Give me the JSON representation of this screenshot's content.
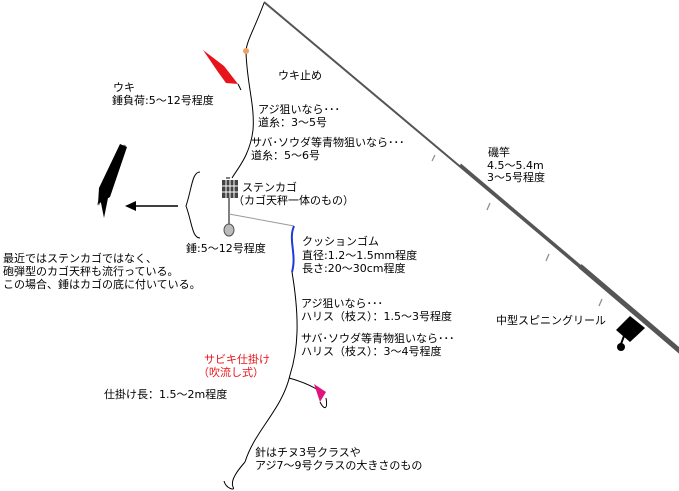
{
  "labels": {
    "uki_stop": "ウキ止め",
    "uki": "ウキ",
    "uki_load": "錘負荷:5～12号程度",
    "aji_line_title": "アジ狙いなら･･･",
    "aji_line": "道糸：3～5号",
    "saba_line_title": "サバ･ソウダ等青物狙いなら･･･",
    "saba_line": "道糸：5～6号",
    "rod_name": "磯竿",
    "rod_length": "4.5～5.4m",
    "rod_size": "3～5号程度",
    "kago_name": "ステンカゴ",
    "kago_note": "（カゴ天秤一体のもの）",
    "weight": "錘:5～12号程度",
    "note_line1": "最近ではステンカゴではなく、",
    "note_line2": "砲弾型のカゴ天秤も流行っている。",
    "note_line3": "この場合、錘はカゴの底に付いている。",
    "cushion_name": "クッションゴム",
    "cushion_diameter": "直径:1.2～1.5mm程度",
    "cushion_length": "長さ:20～30cm程度",
    "aji_harisu_title": "アジ狙いなら･･･",
    "aji_harisu": "ハリス（枝ス）：1.5～3号程度",
    "saba_harisu_title": "サバ･ソウダ等青物狙いなら･･･",
    "saba_harisu": "ハリス（枝ス）：3～4号程度",
    "reel": "中型スピニングリール",
    "sabiki_title": "サビキ仕掛け",
    "sabiki_sub": "（吹流し式）",
    "rig_length": "仕掛け長：1.5～2m程度",
    "hook_line1": "針はチヌ3号クラスや",
    "hook_line2": "アジ7～9号クラスの大きさのもの"
  },
  "colors": {
    "line": "#000000",
    "rod": "#555555",
    "float_red": "#e8141b",
    "cushion_blue": "#1f3bd6",
    "lure_pink": "#e0157c",
    "uki_stop_orange": "#f0a060",
    "sabiki_text": "#e8141b"
  }
}
